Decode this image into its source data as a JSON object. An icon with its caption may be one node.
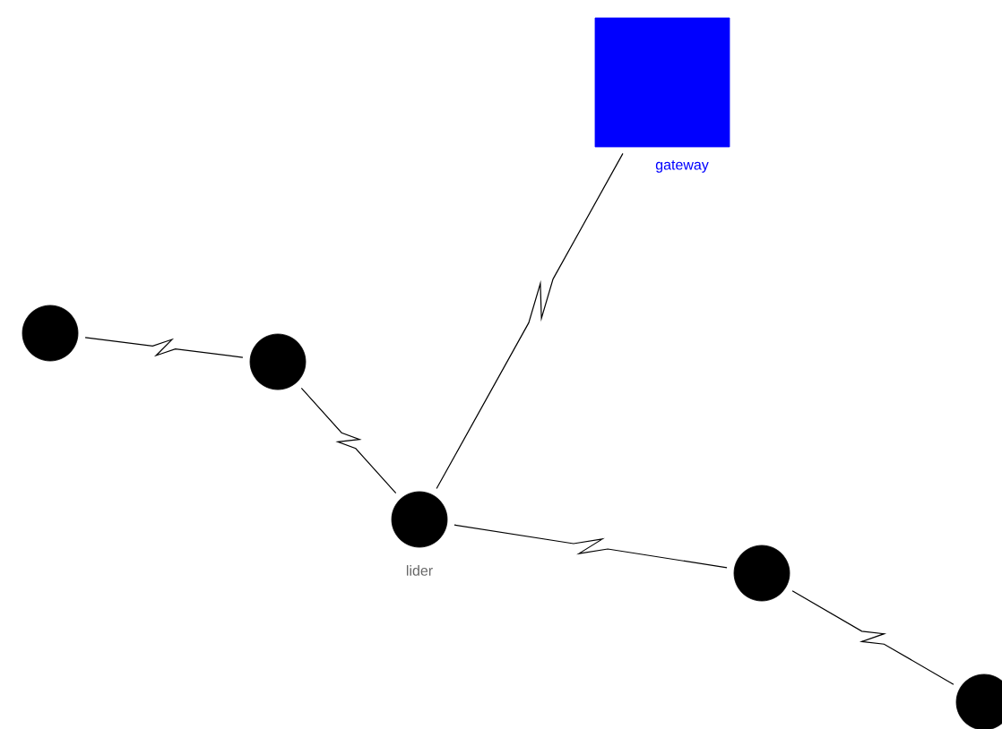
{
  "diagram": {
    "nodes": [
      {
        "text": [
          "gateway"
        ]
      },
      {
        "text": [],
        "shape": "circle"
      },
      {
        "text": [],
        "shape": "circle"
      },
      {
        "text": [
          "lider"
        ]
      },
      {
        "text": [],
        "shape": "circle"
      },
      {
        "text": [],
        "shape": "circle"
      }
    ],
    "edges": [
      {
        "from": 1,
        "to": 2,
        "arrow": "none"
      },
      {
        "from": 2,
        "to": 3,
        "arrow": "none"
      },
      {
        "from": 3,
        "to": 0,
        "arrow": "none"
      },
      {
        "from": 3,
        "to": 4,
        "arrow": "none"
      },
      {
        "from": 4,
        "to": 5,
        "arrow": "none"
      }
    ]
  }
}
